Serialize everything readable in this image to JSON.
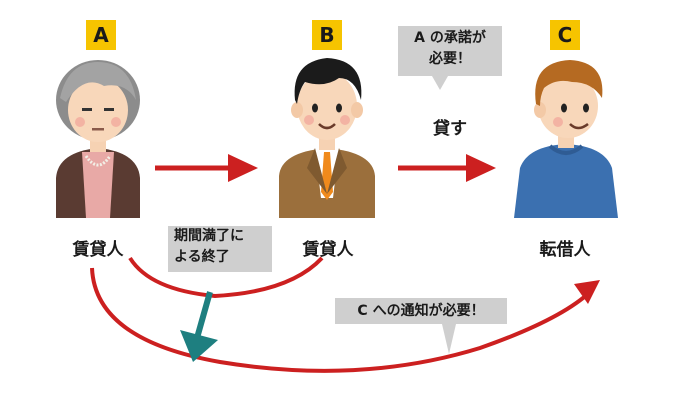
{
  "parties": {
    "a": {
      "badge": "A",
      "label": "賃貸人"
    },
    "b": {
      "badge": "B",
      "label": "賃貸人"
    },
    "c": {
      "badge": "C",
      "label": "転借人"
    }
  },
  "bubbles": {
    "consent_line1": "A の承諾が",
    "consent_line2": "必要！",
    "lend": "貸す",
    "expiry_line1": "期間満了に",
    "expiry_line2": "よる終了",
    "notice": "C への通知が必要！"
  },
  "colors": {
    "arrow_red": "#cc2020",
    "arrow_teal": "#1e7f80",
    "badge_yellow": "#f6c400",
    "bubble_gray": "#cfcfcf"
  }
}
